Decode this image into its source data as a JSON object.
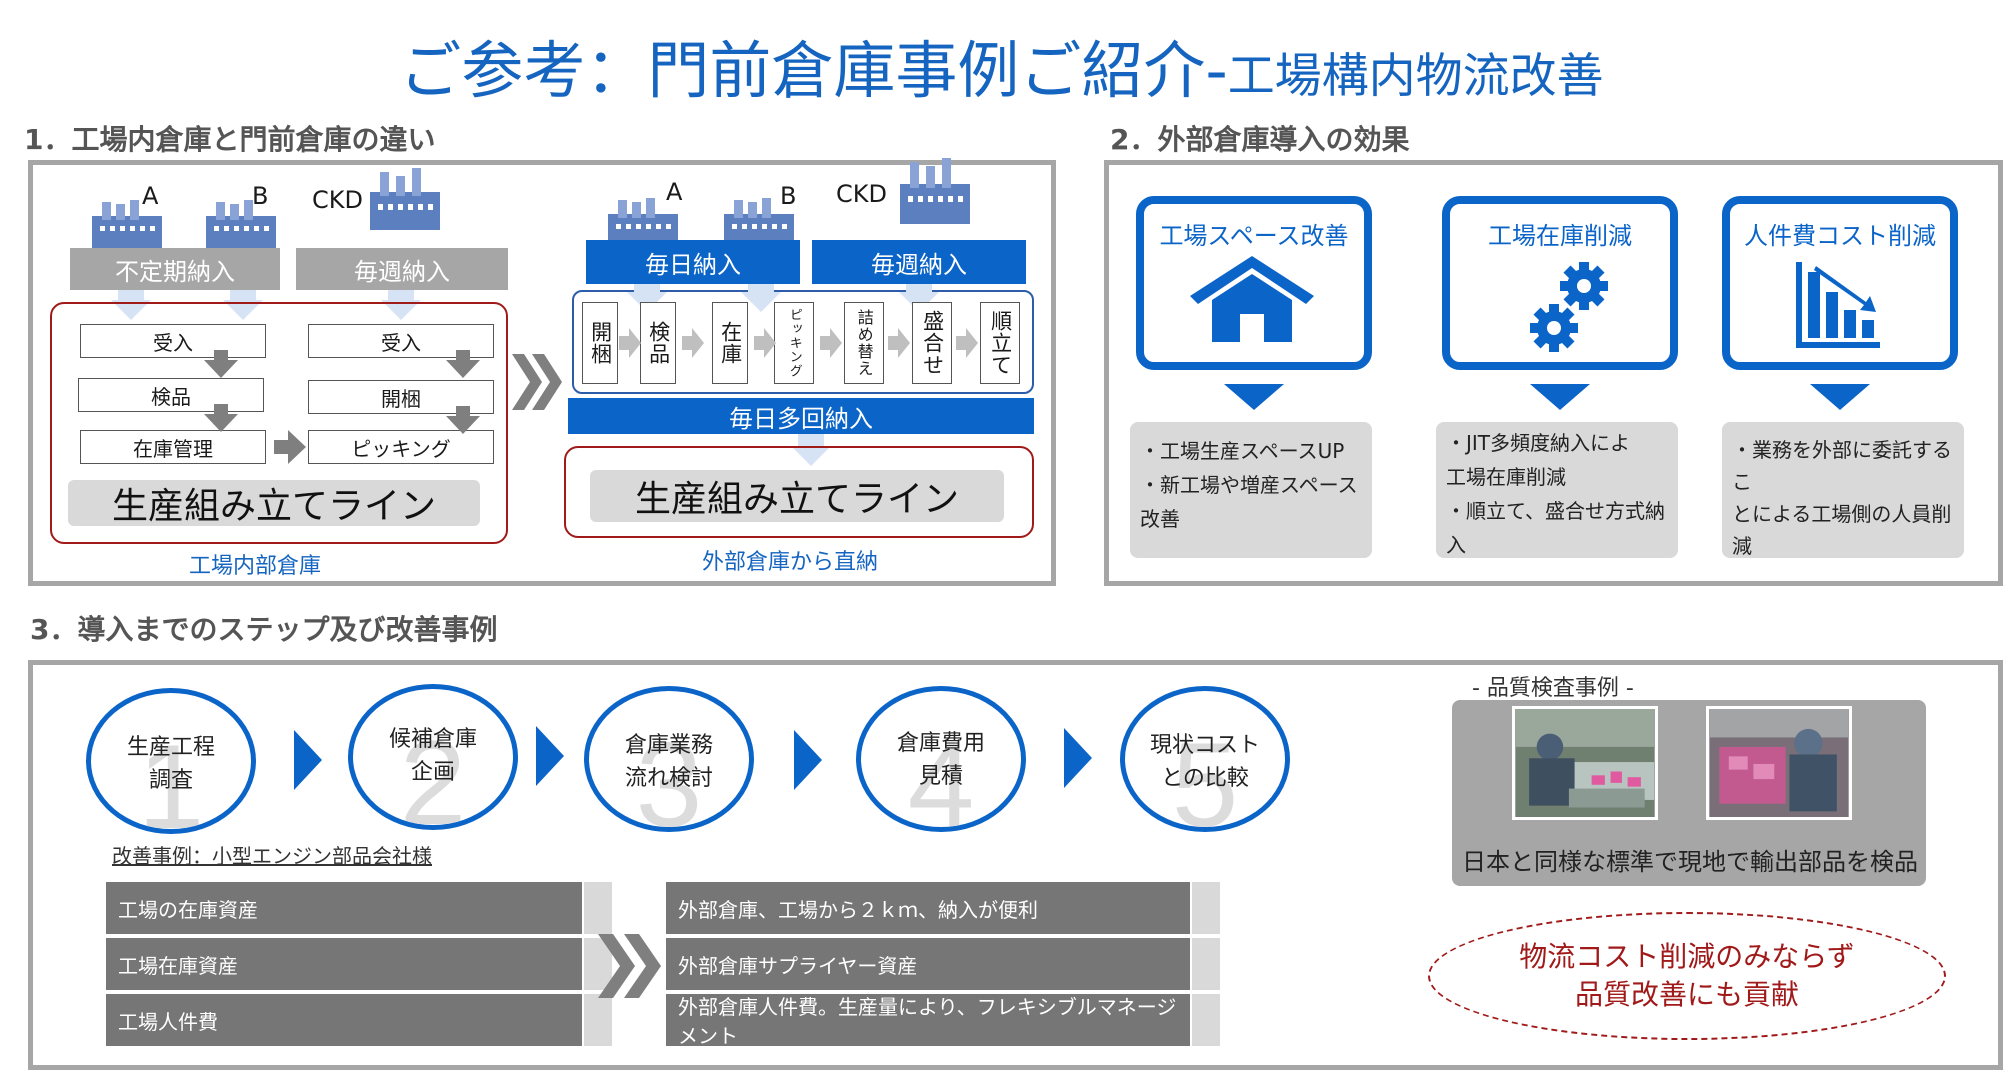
{
  "title": {
    "main": "ご参考：門前倉庫事例ご紹介-",
    "sub": "工場構内物流改善"
  },
  "section1": {
    "heading": "1．工場内倉庫と門前倉庫の違い",
    "left": {
      "supplier_a": "A",
      "supplier_b": "B",
      "supplier_ckd": "CKD",
      "irregular": "不定期納入",
      "weekly": "毎週納入",
      "col1": [
        "受入",
        "検品",
        "在庫管理"
      ],
      "col2": [
        "受入",
        "開梱",
        "ピッキング"
      ],
      "line": "生産組み立てライン",
      "caption": "工場内部倉庫"
    },
    "right": {
      "supplier_a": "A",
      "supplier_b": "B",
      "supplier_ckd": "CKD",
      "daily": "毎日納入",
      "weekly": "毎週納入",
      "steps": [
        "開梱",
        "検品",
        "在庫",
        "ピッキング",
        "詰め替え",
        "盛合せ",
        "順立て"
      ],
      "multi_daily": "毎日多回納入",
      "line": "生産組み立てライン",
      "caption": "外部倉庫から直納"
    }
  },
  "section2": {
    "heading": "2．外部倉庫導入の効果",
    "cards": [
      {
        "title": "工場スペース改善",
        "icon": "house-icon",
        "desc": [
          "・工場生産スペースUP",
          "・新工場や増産スペース",
          "改善"
        ]
      },
      {
        "title": "工場在庫削減",
        "icon": "gears-icon",
        "desc": [
          "・JIT多頻度納入によ",
          "工場在庫削減",
          "・順立て、盛合せ方式納",
          "入"
        ]
      },
      {
        "title": "人件費コスト削減",
        "icon": "bar-chart-down-icon",
        "desc": [
          "・業務を外部に委託するこ",
          "とによる工場側の人員削",
          "減"
        ]
      }
    ]
  },
  "section3": {
    "heading": "3．導入までのステップ及び改善事例",
    "steps": [
      {
        "num": "1",
        "line1": "生産工程",
        "line2": "調査"
      },
      {
        "num": "2",
        "line1": "候補倉庫",
        "line2": "企画"
      },
      {
        "num": "3",
        "line1": "倉庫業務",
        "line2": "流れ検討"
      },
      {
        "num": "4",
        "line1": "倉庫費用",
        "line2": "見積"
      },
      {
        "num": "5",
        "line1": "現状コスト",
        "line2": "との比較"
      }
    ],
    "case_label": "改善事例：小型エンジン部品会社様",
    "before": [
      "工場の在庫資産",
      "工場在庫資産",
      "工場人件費"
    ],
    "after": [
      "外部倉庫、工場から２ｋｍ、納入が便利",
      "外部倉庫サプライヤー資産",
      "外部倉庫人件費。生産量により、フレキシブルマネージメント"
    ],
    "quality": {
      "heading": "- 品質検査事例 -",
      "caption": "日本と同様な標準で現地で輸出部品を検品"
    },
    "conclusion": [
      "物流コスト削減のみならず",
      "品質改善にも貢献"
    ]
  },
  "colors": {
    "accent_blue": "#0b64c8",
    "title_blue": "#1565c0",
    "gray_frame": "#a6a6a6",
    "red": "#a11a1a"
  }
}
